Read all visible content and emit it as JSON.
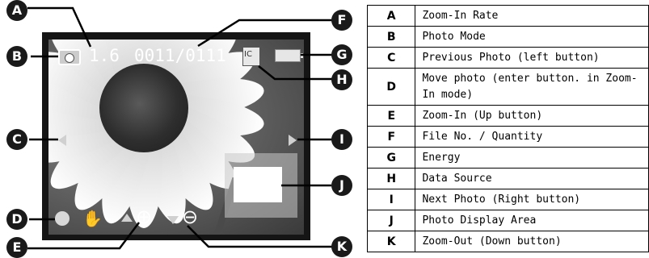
{
  "osd": {
    "zoom_rate": "1.6",
    "file": "0011/0111",
    "source_label": "IC"
  },
  "callouts": [
    "A",
    "B",
    "C",
    "D",
    "E",
    "F",
    "G",
    "H",
    "I",
    "J",
    "K"
  ],
  "legend": [
    {
      "key": "A",
      "desc": "Zoom-In Rate"
    },
    {
      "key": "B",
      "desc": "Photo Mode"
    },
    {
      "key": "C",
      "desc": "Previous Photo (left button)"
    },
    {
      "key": "D",
      "desc": "Move photo (enter button. in Zoom-In mode)"
    },
    {
      "key": "E",
      "desc": "Zoom-In (Up button)"
    },
    {
      "key": "F",
      "desc": "File No. / Quantity"
    },
    {
      "key": "G",
      "desc": "Energy"
    },
    {
      "key": "H",
      "desc": "Data Source"
    },
    {
      "key": "I",
      "desc": "Next Photo (Right button)"
    },
    {
      "key": "J",
      "desc": "Photo Display Area"
    },
    {
      "key": "K",
      "desc": "Zoom-Out (Down button)"
    }
  ],
  "icons": {
    "mode": "camera-icon",
    "battery": "battery-icon",
    "move": "hand-icon",
    "zoom_in": "magnifier-plus-icon",
    "zoom_out": "magnifier-minus-icon"
  }
}
